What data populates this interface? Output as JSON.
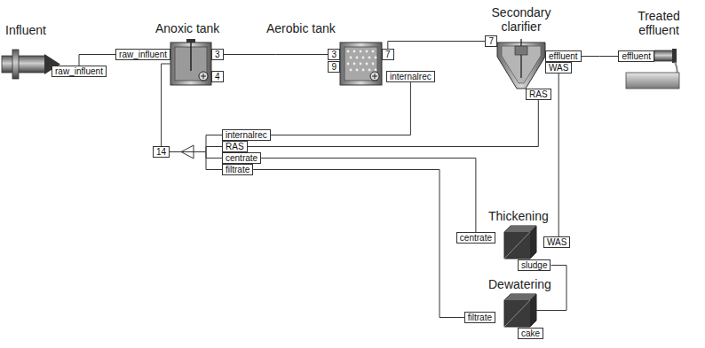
{
  "diagram": {
    "nodes": [
      {
        "text": [
          "Influent"
        ]
      },
      {
        "text": [
          "raw_influent"
        ]
      },
      {
        "text": [
          "Anoxic tank"
        ]
      },
      {
        "text": [
          "raw_influent"
        ]
      },
      {
        "text": [
          "3"
        ]
      },
      {
        "text": [
          "4"
        ]
      },
      {
        "text": [
          "Aerobic tank"
        ]
      },
      {
        "text": [
          "3"
        ]
      },
      {
        "text": [
          "9"
        ]
      },
      {
        "text": [
          "7"
        ]
      },
      {
        "text": [
          "internalrec"
        ]
      },
      {
        "text": [
          "Secondary clarifier"
        ]
      },
      {
        "text": [
          "7"
        ]
      },
      {
        "text": [
          "effluent"
        ]
      },
      {
        "text": [
          "WAS"
        ]
      },
      {
        "text": [
          "RAS"
        ]
      },
      {
        "text": [
          "Treated effluent"
        ]
      },
      {
        "text": [
          "effluent"
        ]
      },
      {
        "text": [
          "14"
        ]
      },
      {
        "text": [
          "internalrec"
        ]
      },
      {
        "text": [
          "RAS"
        ]
      },
      {
        "text": [
          "centrate"
        ]
      },
      {
        "text": [
          "filtrate"
        ]
      },
      {
        "text": [
          "Thickening"
        ]
      },
      {
        "text": [
          "centrate"
        ]
      },
      {
        "text": [
          "WAS"
        ]
      },
      {
        "text": [
          "sludge"
        ]
      },
      {
        "text": [
          "Dewatering"
        ]
      },
      {
        "text": [
          "filtrate"
        ]
      },
      {
        "text": [
          "cake"
        ]
      }
    ],
    "edges": [
      {
        "from": 1,
        "to": 3,
        "arrow": "none"
      },
      {
        "from": 4,
        "to": 7,
        "arrow": "none"
      },
      {
        "from": 9,
        "to": 12,
        "arrow": "none"
      },
      {
        "from": 13,
        "to": 17,
        "arrow": "none"
      },
      {
        "from": 10,
        "to": 19,
        "arrow": "none"
      },
      {
        "from": 15,
        "to": 20,
        "arrow": "none"
      },
      {
        "from": 19,
        "to": 18,
        "arrow": "none"
      },
      {
        "from": 20,
        "to": 18,
        "arrow": "none"
      },
      {
        "from": 21,
        "to": 18,
        "arrow": "none"
      },
      {
        "from": 22,
        "to": 18,
        "arrow": "none"
      },
      {
        "from": 18,
        "to": 2,
        "arrow": "none"
      },
      {
        "from": 14,
        "to": 25,
        "arrow": "none"
      },
      {
        "from": 24,
        "to": 21,
        "arrow": "none"
      },
      {
        "from": 26,
        "to": 27,
        "arrow": "none"
      },
      {
        "from": 28,
        "to": 22,
        "arrow": "none"
      }
    ]
  }
}
